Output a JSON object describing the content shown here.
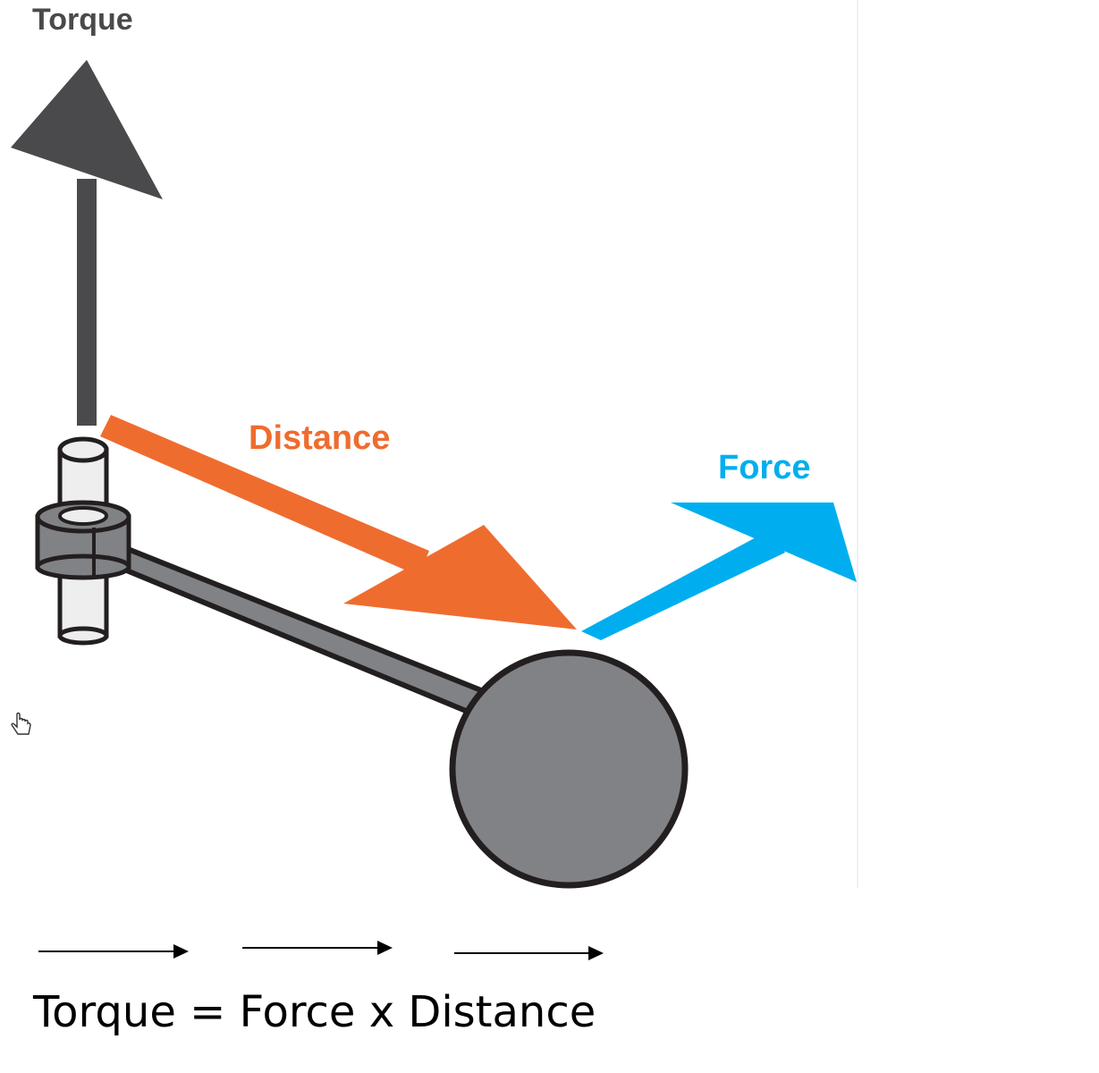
{
  "labels": {
    "torque": "Torque",
    "distance": "Distance",
    "force": "Force"
  },
  "equation": "Torque = Force x Distance",
  "colors": {
    "torque": "#4a4a4c",
    "distance": "#ef6c2f",
    "force": "#00aeef",
    "body": "#818285",
    "outline": "#231f20",
    "shaft": "#eeeeee"
  },
  "icons": [
    "hand-pointer-icon"
  ]
}
